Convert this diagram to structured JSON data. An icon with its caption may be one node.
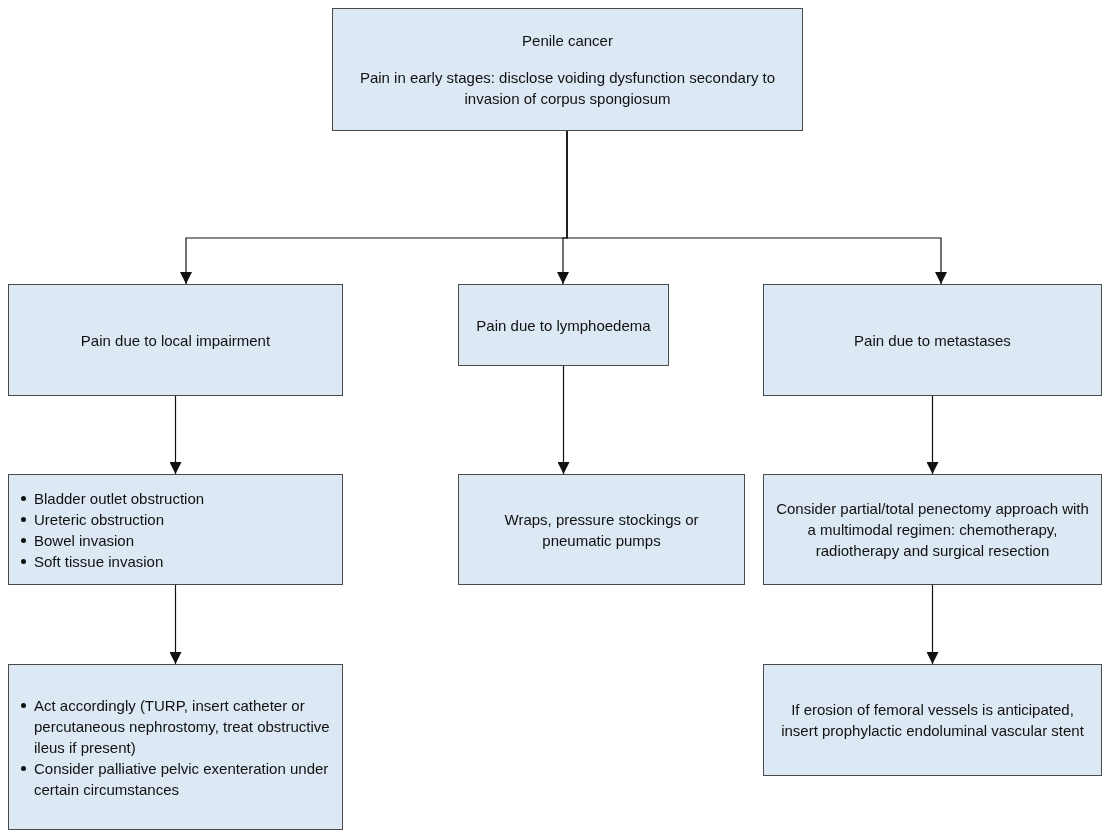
{
  "diagram": {
    "nodes": [
      {
        "text": [
          "Penile cancer",
          "Pain in early stages: disclose voiding dysfunction secondary to invasion of corpus spongiosum"
        ]
      },
      {
        "text": [
          "Pain due to local impairment"
        ]
      },
      {
        "text": [
          "Pain due to lymphoedema"
        ]
      },
      {
        "text": [
          "Pain due to metastases"
        ]
      },
      {
        "text": [
          "Bladder outlet obstruction",
          "Ureteric obstruction",
          "Bowel invasion",
          "Soft tissue invasion"
        ]
      },
      {
        "text": [
          "Wraps, pressure stockings or pneumatic pumps"
        ]
      },
      {
        "text": [
          "Consider partial/total penectomy approach with a multimodal regimen: chemotherapy, radiotherapy and surgical resection"
        ]
      },
      {
        "text": [
          "Act accordingly (TURP, insert catheter or percutaneous nephrostomy, treat obstructive ileus if present)",
          "Consider palliative pelvic exenteration under certain circumstances"
        ]
      },
      {
        "text": [
          "If erosion of femoral vessels is anticipated, insert prophylactic endoluminal vascular stent"
        ]
      }
    ],
    "edges": [
      {
        "from": 0,
        "to": 1,
        "arrow": "to"
      },
      {
        "from": 0,
        "to": 2,
        "arrow": "to"
      },
      {
        "from": 0,
        "to": 3,
        "arrow": "to"
      },
      {
        "from": 1,
        "to": 4,
        "arrow": "to"
      },
      {
        "from": 2,
        "to": 5,
        "arrow": "to"
      },
      {
        "from": 3,
        "to": 6,
        "arrow": "to"
      },
      {
        "from": 4,
        "to": 7,
        "arrow": "to"
      },
      {
        "from": 6,
        "to": 8,
        "arrow": "to"
      }
    ]
  }
}
